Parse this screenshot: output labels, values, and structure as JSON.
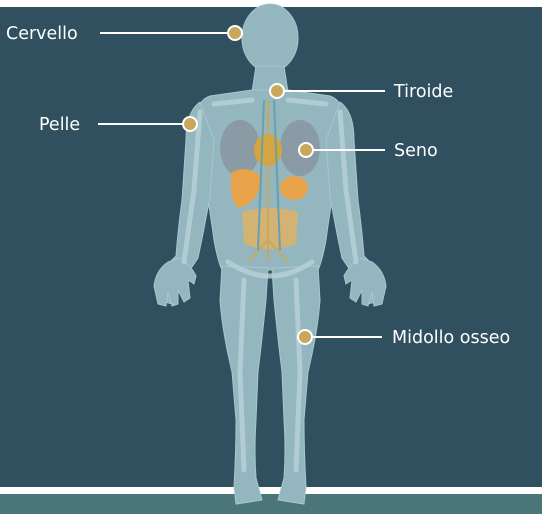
{
  "diagram": {
    "labels": {
      "brain": "Cervello",
      "thyroid": "Tiroide",
      "skin": "Pelle",
      "breast": "Seno",
      "bone_marrow": "Midollo osseo"
    },
    "colors": {
      "background": "#305060",
      "bottom_band": "#4b7678",
      "body": "#93b6bf",
      "bone": "#b7d0d6",
      "marker": "#c9a85e",
      "leader_line": "#ffffff"
    }
  }
}
